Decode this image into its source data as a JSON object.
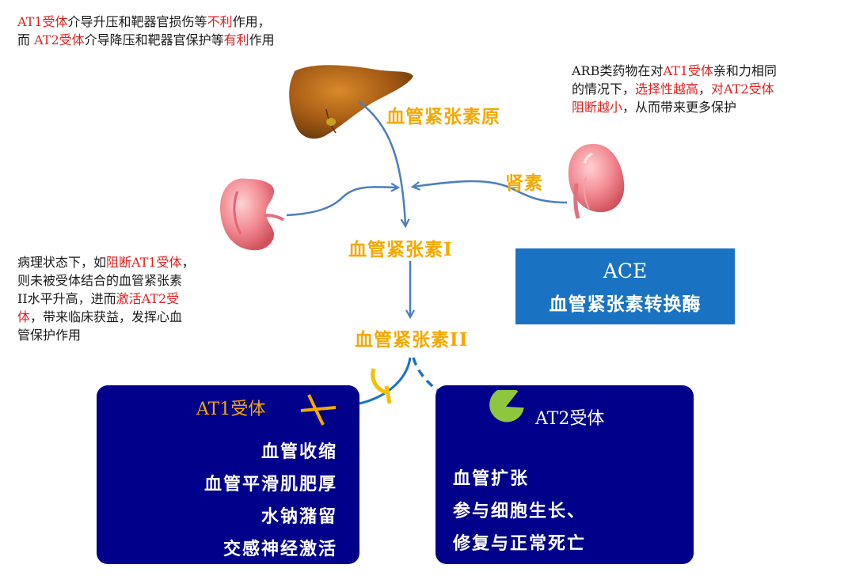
{
  "notes": {
    "top_left": {
      "line1": [
        {
          "t": "AT1受体",
          "hl": true
        },
        {
          "t": "介导升压和靶器官损伤等",
          "hl": false
        },
        {
          "t": "不利",
          "hl": true
        },
        {
          "t": "作用，",
          "hl": false
        }
      ],
      "line2": [
        {
          "t": "而 ",
          "hl": false
        },
        {
          "t": "AT2受体",
          "hl": true
        },
        {
          "t": "介导降压和靶器官保护等",
          "hl": false
        },
        {
          "t": "有利",
          "hl": true
        },
        {
          "t": "作用",
          "hl": false
        }
      ]
    },
    "top_right": {
      "line1": [
        {
          "t": "ARB类药物在对",
          "hl": false
        },
        {
          "t": "AT1受体",
          "hl": true
        },
        {
          "t": "亲和力相同",
          "hl": false
        }
      ],
      "line2": [
        {
          "t": "的情况下，",
          "hl": false
        },
        {
          "t": "选择性越高",
          "hl": true
        },
        {
          "t": "，",
          "hl": false
        },
        {
          "t": "对AT2受体",
          "hl": true
        }
      ],
      "line3": [
        {
          "t": "阻断越小",
          "hl": true
        },
        {
          "t": "，从而带来更多保护",
          "hl": false
        }
      ]
    },
    "left": {
      "line1": [
        {
          "t": "病理状态下，如",
          "hl": false
        },
        {
          "t": "阻断AT1受体",
          "hl": true
        },
        {
          "t": "，",
          "hl": false
        }
      ],
      "line2": [
        {
          "t": "则未被受体结合的血管紧张素",
          "hl": false
        }
      ],
      "line3": [
        {
          "t": "II水平升高，进而",
          "hl": false
        },
        {
          "t": "激活AT2受",
          "hl": true
        }
      ],
      "line4": [
        {
          "t": "体",
          "hl": true
        },
        {
          "t": "，带来临床获益，发挥心血",
          "hl": false
        }
      ],
      "line5": [
        {
          "t": "管保护作用",
          "hl": false
        }
      ]
    }
  },
  "labels": {
    "angiotensinogen": "血管紧张素原",
    "renin": "肾素",
    "angiotensin_1": "血管紧张素I",
    "angiotensin_2": "血管紧张素II"
  },
  "ace": {
    "abbr": "ACE",
    "name": "血管紧张素转换酶"
  },
  "at1_box": {
    "title": "AT1受体",
    "effects": [
      "血管收缩",
      "血管平滑肌肥厚",
      "水钠潴留",
      "交感神经激活"
    ]
  },
  "at2_box": {
    "title": "AT2受体",
    "effects": [
      "血管扩张",
      "参与细胞生长、",
      "修复与正常死亡"
    ]
  },
  "colors": {
    "highlight": "#e02020",
    "gold": "#f5a800",
    "arrow": "#4a7fc0",
    "ace_box": "#1a73c2",
    "receptor_box": "#00008b",
    "at2_receptor_icon": "#8dc63f"
  },
  "icons": [
    "liver-icon",
    "kidney-icon",
    "receptor-blocked-icon",
    "receptor-pacman-icon"
  ]
}
